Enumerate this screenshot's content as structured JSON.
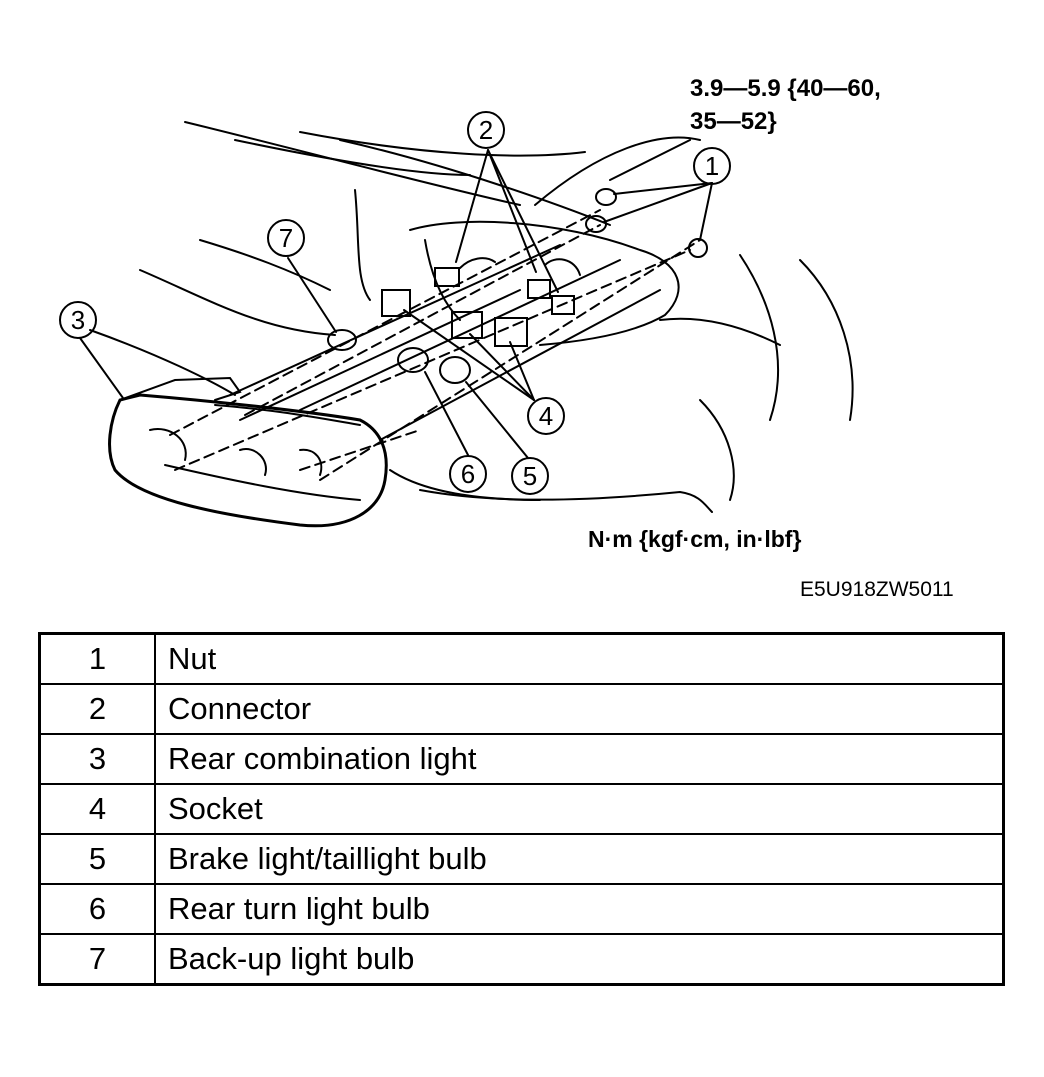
{
  "torque_spec": {
    "line1": "3.9—5.9 {40—60,",
    "line2": "35—52}"
  },
  "units_note": "N·m {kgf·cm, in·lbf}",
  "figure_id": "E5U918ZW5011",
  "callouts": [
    "1",
    "2",
    "3",
    "4",
    "5",
    "6",
    "7"
  ],
  "legend": [
    {
      "num": "1",
      "desc": "Nut"
    },
    {
      "num": "2",
      "desc": "Connector"
    },
    {
      "num": "3",
      "desc": "Rear combination light"
    },
    {
      "num": "4",
      "desc": "Socket"
    },
    {
      "num": "5",
      "desc": "Brake light/taillight bulb"
    },
    {
      "num": "6",
      "desc": "Rear turn light bulb"
    },
    {
      "num": "7",
      "desc": "Back-up light bulb"
    }
  ]
}
